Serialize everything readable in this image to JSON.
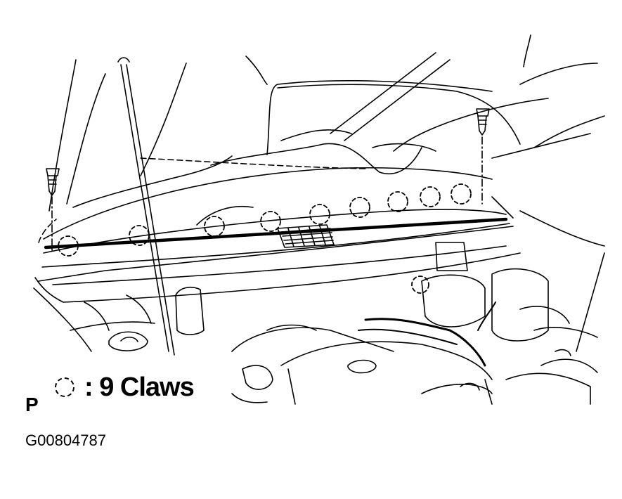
{
  "legend": {
    "icon": "dashed-circle-claw",
    "text": ": 9 Claws"
  },
  "view_letter": "P",
  "figure_id": "G00804787"
}
